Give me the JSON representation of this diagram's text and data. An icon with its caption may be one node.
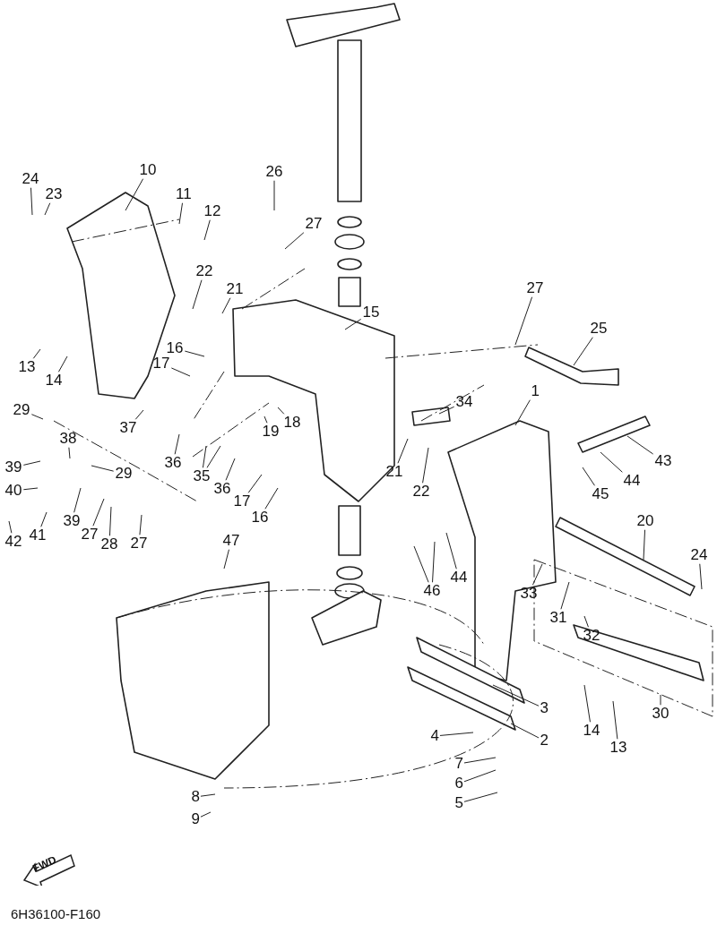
{
  "diagram": {
    "nodes": [
      {
        "text": [
          "24"
        ]
      },
      {
        "text": [
          "23"
        ]
      },
      {
        "text": [
          "10"
        ]
      },
      {
        "text": [
          "11"
        ]
      },
      {
        "text": [
          "12"
        ]
      },
      {
        "text": [
          "26"
        ]
      },
      {
        "text": [
          "27"
        ]
      },
      {
        "text": [
          "22"
        ]
      },
      {
        "text": [
          "21"
        ]
      },
      {
        "text": [
          "15"
        ]
      },
      {
        "text": [
          "27"
        ]
      },
      {
        "text": [
          "25"
        ]
      },
      {
        "text": [
          "13"
        ]
      },
      {
        "text": [
          "14"
        ]
      },
      {
        "text": [
          "16"
        ]
      },
      {
        "text": [
          "17"
        ]
      },
      {
        "text": [
          "34"
        ]
      },
      {
        "text": [
          "1"
        ]
      },
      {
        "text": [
          "37"
        ]
      },
      {
        "text": [
          "18"
        ]
      },
      {
        "text": [
          "19"
        ]
      },
      {
        "text": [
          "29"
        ]
      },
      {
        "text": [
          "38"
        ]
      },
      {
        "text": [
          "29"
        ]
      },
      {
        "text": [
          "39"
        ]
      },
      {
        "text": [
          "36"
        ]
      },
      {
        "text": [
          "35"
        ]
      },
      {
        "text": [
          "36"
        ]
      },
      {
        "text": [
          "21"
        ]
      },
      {
        "text": [
          "22"
        ]
      },
      {
        "text": [
          "43"
        ]
      },
      {
        "text": [
          "44"
        ]
      },
      {
        "text": [
          "45"
        ]
      },
      {
        "text": [
          "40"
        ]
      },
      {
        "text": [
          "41"
        ]
      },
      {
        "text": [
          "42"
        ]
      },
      {
        "text": [
          "39"
        ]
      },
      {
        "text": [
          "27"
        ]
      },
      {
        "text": [
          "28"
        ]
      },
      {
        "text": [
          "27"
        ]
      },
      {
        "text": [
          "17"
        ]
      },
      {
        "text": [
          "16"
        ]
      },
      {
        "text": [
          "47"
        ]
      },
      {
        "text": [
          "20"
        ]
      },
      {
        "text": [
          "24"
        ]
      },
      {
        "text": [
          "46"
        ]
      },
      {
        "text": [
          "44"
        ]
      },
      {
        "text": [
          "33"
        ]
      },
      {
        "text": [
          "31"
        ]
      },
      {
        "text": [
          "32"
        ]
      },
      {
        "text": [
          "30"
        ]
      },
      {
        "text": [
          "3"
        ]
      },
      {
        "text": [
          "14"
        ]
      },
      {
        "text": [
          "13"
        ]
      },
      {
        "text": [
          "2"
        ]
      },
      {
        "text": [
          "4"
        ]
      },
      {
        "text": [
          "7"
        ]
      },
      {
        "text": [
          "6"
        ]
      },
      {
        "text": [
          "5"
        ]
      },
      {
        "text": [
          "8"
        ]
      },
      {
        "text": [
          "9"
        ]
      }
    ],
    "edges": [
      {
        "from": 0,
        "to": null,
        "arrow": "none"
      },
      {
        "from": 1,
        "to": null,
        "arrow": "none"
      },
      {
        "from": 2,
        "to": null,
        "arrow": "none"
      },
      {
        "from": 3,
        "to": null,
        "arrow": "none"
      },
      {
        "from": 4,
        "to": null,
        "arrow": "none"
      },
      {
        "from": 5,
        "to": null,
        "arrow": "none"
      },
      {
        "from": 6,
        "to": null,
        "arrow": "none"
      },
      {
        "from": 7,
        "to": null,
        "arrow": "none"
      },
      {
        "from": 8,
        "to": null,
        "arrow": "none"
      },
      {
        "from": 9,
        "to": null,
        "arrow": "none"
      },
      {
        "from": 10,
        "to": null,
        "arrow": "none"
      },
      {
        "from": 11,
        "to": null,
        "arrow": "none"
      },
      {
        "from": 12,
        "to": null,
        "arrow": "none"
      },
      {
        "from": 13,
        "to": null,
        "arrow": "none"
      },
      {
        "from": 14,
        "to": null,
        "arrow": "none"
      },
      {
        "from": 15,
        "to": null,
        "arrow": "none"
      },
      {
        "from": 16,
        "to": null,
        "arrow": "none"
      },
      {
        "from": 17,
        "to": null,
        "arrow": "none"
      },
      {
        "from": 18,
        "to": null,
        "arrow": "none"
      },
      {
        "from": 19,
        "to": null,
        "arrow": "none"
      },
      {
        "from": 20,
        "to": null,
        "arrow": "none"
      },
      {
        "from": 21,
        "to": null,
        "arrow": "none"
      },
      {
        "from": 22,
        "to": null,
        "arrow": "none"
      },
      {
        "from": 23,
        "to": null,
        "arrow": "none"
      },
      {
        "from": 24,
        "to": null,
        "arrow": "none"
      },
      {
        "from": 25,
        "to": null,
        "arrow": "none"
      },
      {
        "from": 26,
        "to": null,
        "arrow": "none"
      },
      {
        "from": 26,
        "to": null,
        "arrow": "none"
      },
      {
        "from": 27,
        "to": null,
        "arrow": "none"
      },
      {
        "from": 28,
        "to": null,
        "arrow": "none"
      },
      {
        "from": 29,
        "to": null,
        "arrow": "none"
      },
      {
        "from": 30,
        "to": null,
        "arrow": "none"
      },
      {
        "from": 31,
        "to": null,
        "arrow": "none"
      },
      {
        "from": 32,
        "to": null,
        "arrow": "none"
      },
      {
        "from": 33,
        "to": null,
        "arrow": "none"
      },
      {
        "from": 34,
        "to": null,
        "arrow": "none"
      },
      {
        "from": 35,
        "to": null,
        "arrow": "none"
      },
      {
        "from": 36,
        "to": null,
        "arrow": "none"
      },
      {
        "from": 37,
        "to": null,
        "arrow": "none"
      },
      {
        "from": 38,
        "to": null,
        "arrow": "none"
      },
      {
        "from": 39,
        "to": null,
        "arrow": "none"
      },
      {
        "from": 40,
        "to": null,
        "arrow": "none"
      },
      {
        "from": 41,
        "to": null,
        "arrow": "none"
      },
      {
        "from": 42,
        "to": null,
        "arrow": "none"
      },
      {
        "from": 43,
        "to": null,
        "arrow": "none"
      },
      {
        "from": 44,
        "to": null,
        "arrow": "none"
      },
      {
        "from": 45,
        "to": null,
        "arrow": "none"
      },
      {
        "from": 45,
        "to": null,
        "arrow": "none"
      },
      {
        "from": 46,
        "to": null,
        "arrow": "none"
      },
      {
        "from": 47,
        "to": null,
        "arrow": "none"
      },
      {
        "from": 48,
        "to": null,
        "arrow": "none"
      },
      {
        "from": 49,
        "to": null,
        "arrow": "none"
      },
      {
        "from": 50,
        "to": null,
        "arrow": "none"
      },
      {
        "from": 51,
        "to": null,
        "arrow": "none"
      },
      {
        "from": 52,
        "to": null,
        "arrow": "none"
      },
      {
        "from": 53,
        "to": null,
        "arrow": "none"
      },
      {
        "from": 54,
        "to": null,
        "arrow": "none"
      },
      {
        "from": 55,
        "to": null,
        "arrow": "none"
      },
      {
        "from": 56,
        "to": null,
        "arrow": "none"
      },
      {
        "from": 57,
        "to": null,
        "arrow": "none"
      },
      {
        "from": 58,
        "to": null,
        "arrow": "none"
      },
      {
        "from": 59,
        "to": null,
        "arrow": "none"
      },
      {
        "from": 60,
        "to": null,
        "arrow": "none"
      }
    ],
    "labels": [
      "FWD",
      "6H36100-F160"
    ]
  }
}
